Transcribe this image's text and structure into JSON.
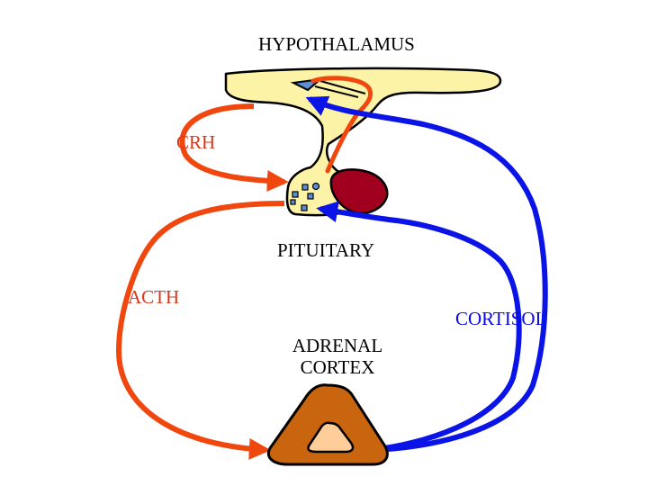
{
  "labels": {
    "hypothalamus": "HYPOTHALAMUS",
    "crh": "CRH",
    "pituitary": "PITUITARY",
    "acth": "ACTH",
    "cortisol": "CORTISOL",
    "adrenal_line1": "ADRENAL",
    "adrenal_line2": "CORTEX"
  },
  "colors": {
    "stimulation_arrows": "#f0470f",
    "feedback_arrows": "#0a14e6",
    "hypothalamus_fill": "#fdf3a6",
    "anterior_pituitary_fill": "#a0001e",
    "adrenal_outer_fill": "#c9650e",
    "adrenal_inner_fill": "#ffcd9a",
    "neuron_fill": "#5b8fd6"
  }
}
